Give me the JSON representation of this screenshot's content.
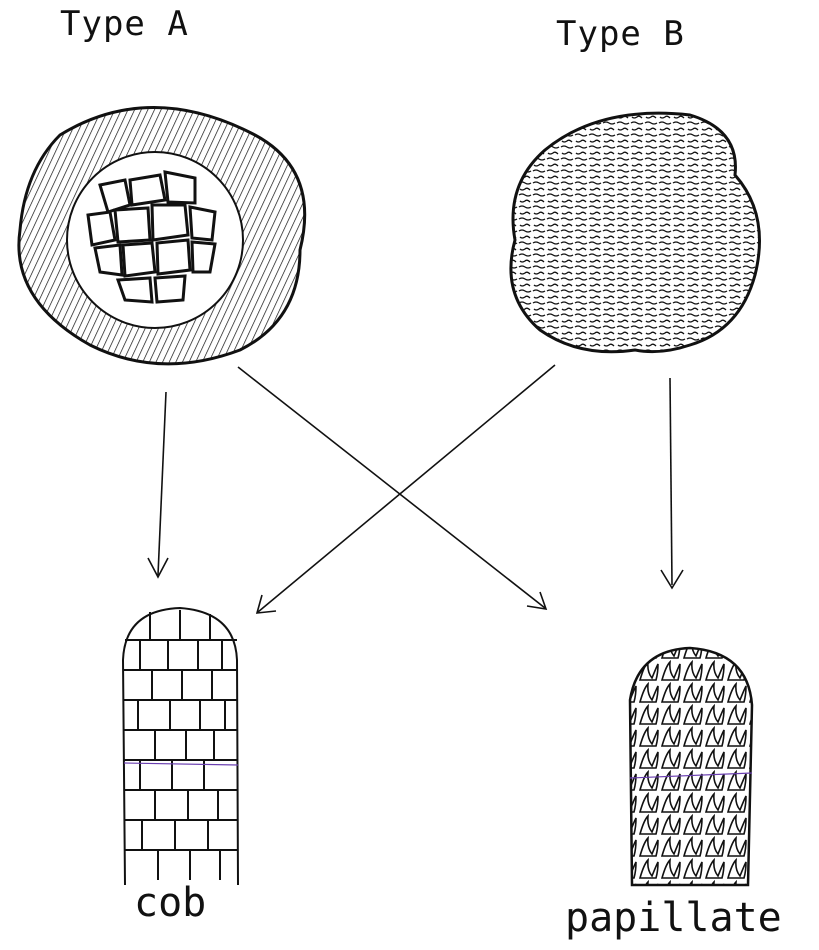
{
  "labels": {
    "type_a": "Type A",
    "type_b": "Type B",
    "cob": "cob",
    "papillate": "papillate"
  },
  "colors": {
    "ink": "#111111",
    "accent_line": "#6a3fb0"
  }
}
